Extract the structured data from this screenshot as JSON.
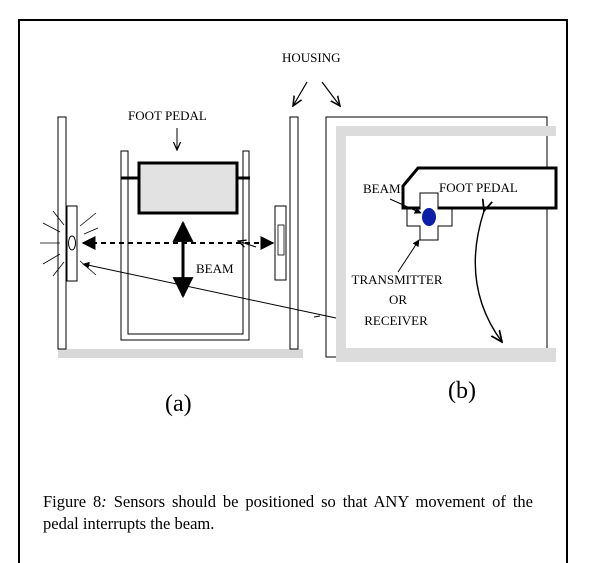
{
  "labels": {
    "housing": "HOUSING",
    "foot_pedal_a": "FOOT PEDAL",
    "beam_a": "BEAM",
    "beam_b": "BEAM",
    "foot_pedal_b": "FOOT PEDAL",
    "transmitter_1": "TRANSMITTER",
    "transmitter_2": "OR",
    "transmitter_3": "RECEIVER",
    "sub_a": "(a)",
    "sub_b": "(b)"
  },
  "caption": {
    "fig_num": "Figure 8",
    "separator": ":",
    "text": " Sensors should be positioned so that ANY movement of the pedal interrupts the beam."
  }
}
